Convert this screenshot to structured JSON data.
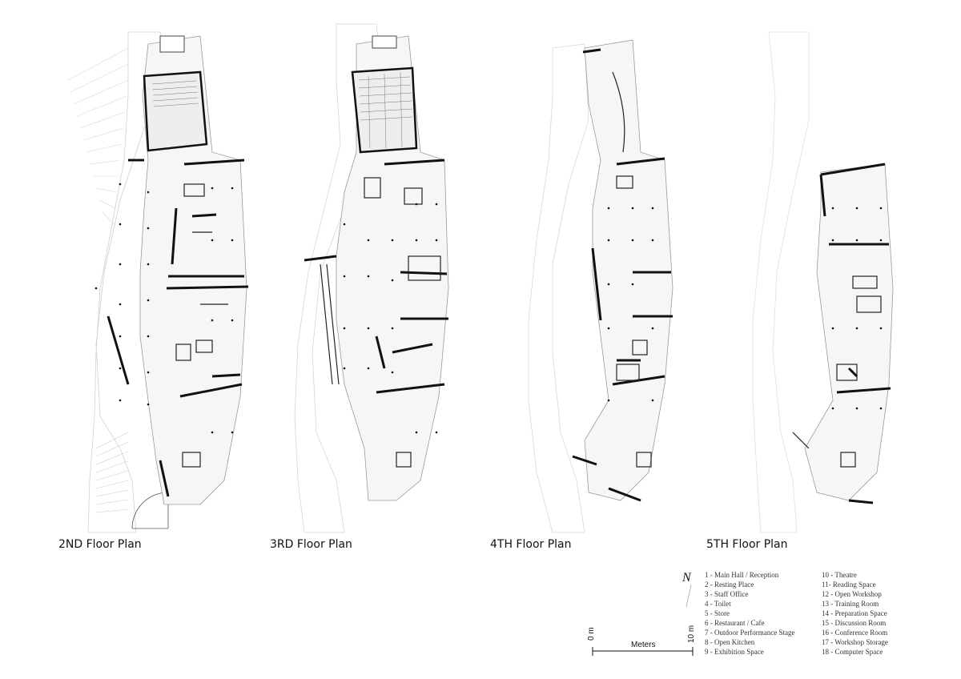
{
  "plans": [
    {
      "id": "2nd",
      "title": "2ND Floor Plan"
    },
    {
      "id": "3rd",
      "title": "3RD Floor Plan"
    },
    {
      "id": "4th",
      "title": "4TH Floor Plan"
    },
    {
      "id": "5th",
      "title": "5TH Floor Plan"
    }
  ],
  "north_label": "N",
  "scale_bar": {
    "start": "0 m",
    "end": "10 m",
    "unit": "Meters"
  },
  "legend": {
    "col1": [
      "1 - Main Hall / Reception",
      "2 - Resting Place",
      "3 - Staff Office",
      "4 - Toilet",
      "5 - Store",
      "6 - Restaurant / Cafe",
      "7 - Outdoor Performance Stage",
      "8 - Open Kitchen",
      "9 - Exhibition Space"
    ],
    "col2": [
      "10 - Theatre",
      "11- Reading Space",
      "12 - Open Workshop",
      "13 - Training Room",
      "14 - Preparation Space",
      "15 - Discussion Room",
      "16 - Conference Room",
      "17 - Workshop Storage",
      "18 - Computer Space"
    ]
  }
}
